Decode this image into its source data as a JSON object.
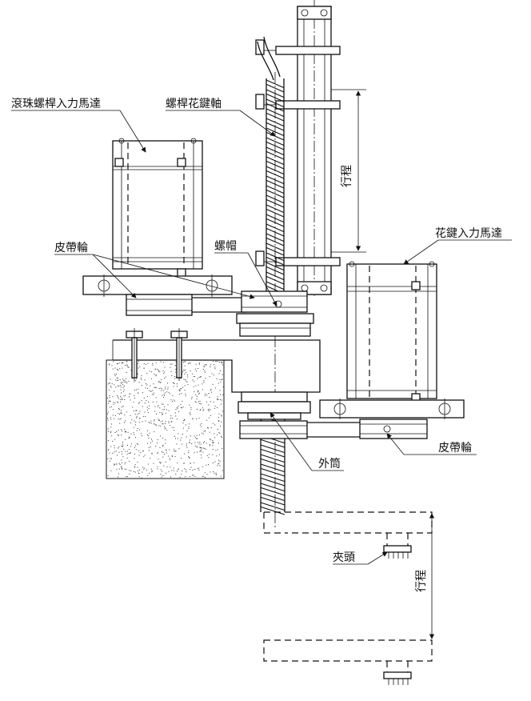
{
  "labels": {
    "ball_screw_motor": "滾珠螺桿入力馬達",
    "screw_spline_shaft": "螺桿花鍵軸",
    "stroke_top": "行程",
    "spline_motor": "花鍵入力馬達",
    "pulley_left": "皮帶輪",
    "nut": "螺帽",
    "outer_tube": "外筒",
    "pulley_right": "皮帶輪",
    "chuck": "夾頭",
    "stroke_bottom": "行程"
  },
  "colors": {
    "line": "#111111",
    "background": "#ffffff",
    "concrete_dots": "#333333"
  },
  "icons": {
    "motor": "motor-icon",
    "pulley": "pulley-icon",
    "chuck": "chuck-icon"
  }
}
